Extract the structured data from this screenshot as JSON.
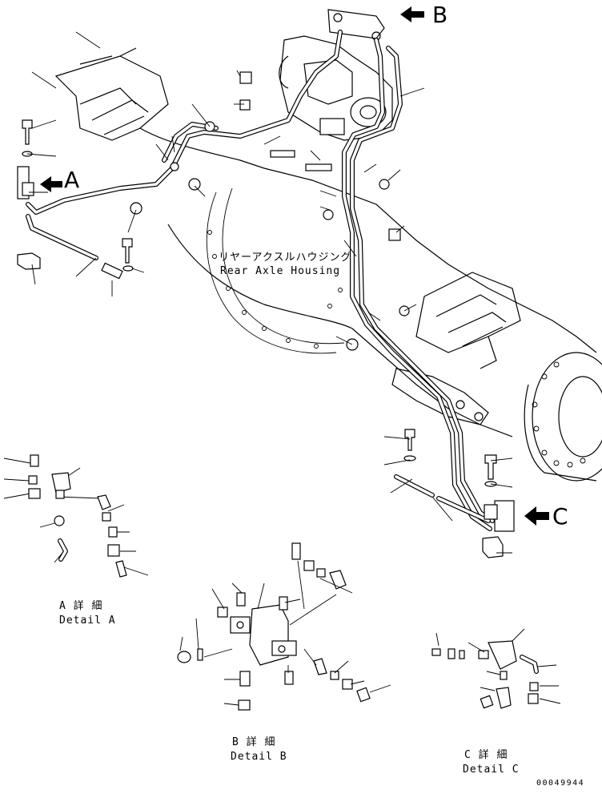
{
  "housing_label": {
    "jp": "リヤーアクスルハウジング",
    "en": "Rear Axle Housing"
  },
  "callouts": {
    "a": "A",
    "b": "B",
    "c": "C"
  },
  "details": {
    "a": {
      "jp": "A 詳 細",
      "en": "Detail A"
    },
    "b": {
      "jp": "B 詳 細",
      "en": "Detail B"
    },
    "c": {
      "jp": "C 詳 細",
      "en": "Detail C"
    }
  },
  "drawing_number": "00049944"
}
